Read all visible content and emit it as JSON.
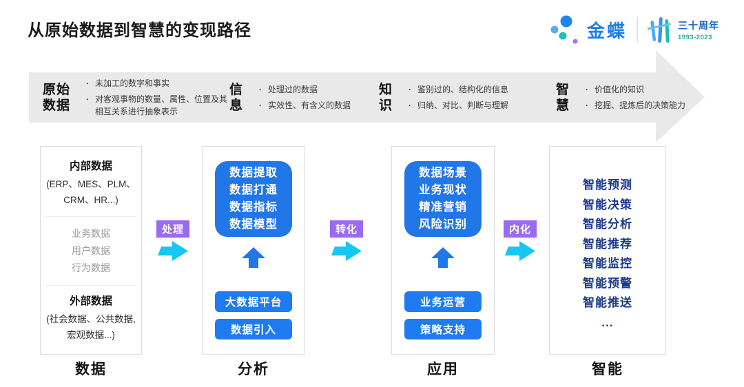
{
  "title": "从原始数据到智慧的变现路径",
  "logo": {
    "brand": "金蝶",
    "anniversary": "三十周年",
    "years": "1993-2023"
  },
  "banner": {
    "stages": [
      {
        "name_lines": [
          "原始",
          "数据"
        ],
        "points": [
          "未加工的数字和事实",
          "对客观事物的数量、属性、位置及其相互关系进行抽象表示"
        ]
      },
      {
        "name_lines": [
          "信",
          "息"
        ],
        "points": [
          "处理过的数据",
          "实效性、有含义的数据"
        ]
      },
      {
        "name_lines": [
          "知",
          "识"
        ],
        "points": [
          "鉴别过的、结构化的信息",
          "归纳、对比、判断与理解"
        ]
      },
      {
        "name_lines": [
          "智",
          "慧"
        ],
        "points": [
          "价值化的知识",
          "挖掘、提炼后的决策能力"
        ]
      }
    ]
  },
  "connectors": [
    {
      "label": "处理"
    },
    {
      "label": "转化"
    },
    {
      "label": "内化"
    }
  ],
  "columns": {
    "data": {
      "footer": "数据",
      "internal": {
        "title": "内部数据",
        "sub": [
          "(ERP、MES、PLM、",
          "CRM、HR...)"
        ]
      },
      "middle": [
        "业务数据",
        "用户数据",
        "行为数据"
      ],
      "external": {
        "title": "外部数据",
        "sub": [
          "(社会数据、公共数据,",
          "宏观数据...)"
        ]
      }
    },
    "analysis": {
      "footer": "分析",
      "core": [
        "数据提取",
        "数据打通",
        "数据指标",
        "数据模型"
      ],
      "buttons": [
        "大数据平台",
        "数据引入"
      ]
    },
    "application": {
      "footer": "应用",
      "core": [
        "数据场景",
        "业务现状",
        "精准营销",
        "风险识别"
      ],
      "buttons": [
        "业务运营",
        "策略支持"
      ]
    },
    "intelligence": {
      "footer": "智能",
      "items": [
        "智能预测",
        "智能决策",
        "智能分析",
        "智能推荐",
        "智能监控",
        "智能预警",
        "智能推送",
        "..."
      ]
    }
  },
  "colors": {
    "banner_bg": "#e9e9ea",
    "accent_blue": "#2176e8",
    "button_blue": "#1e7bf2",
    "connector_purple": "#9b6af2",
    "connector_cyan": "#17c6f2",
    "navy_text": "#1c3a8c",
    "brand_blue": "#1d7fe8",
    "anniversary_blue": "#1767c0",
    "anniversary_teal": "#2aa9a2"
  }
}
